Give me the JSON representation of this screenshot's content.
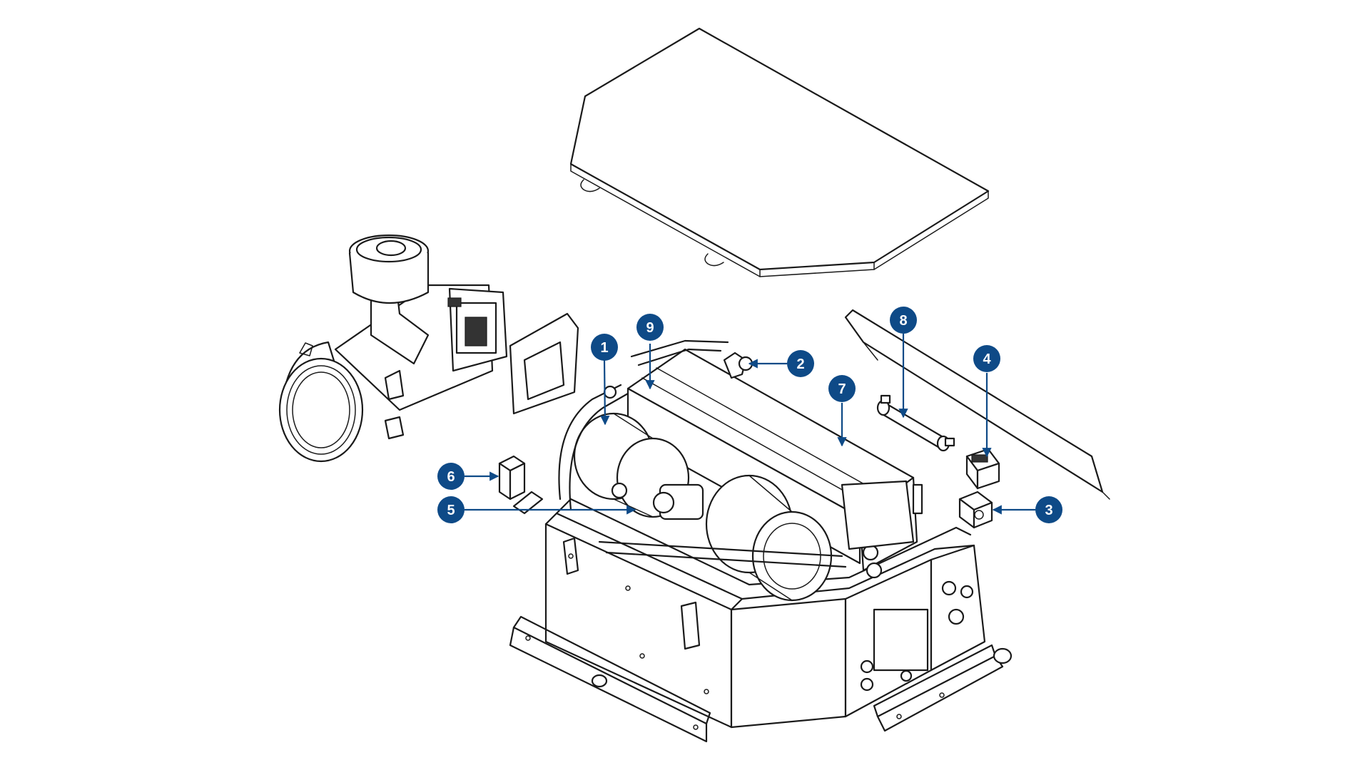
{
  "colors": {
    "callout": "#0e4a87",
    "line": "#1a1a1a",
    "background": "#ffffff"
  },
  "callouts": [
    {
      "id": "c1",
      "label": "1"
    },
    {
      "id": "c2",
      "label": "2"
    },
    {
      "id": "c3",
      "label": "3"
    },
    {
      "id": "c4",
      "label": "4"
    },
    {
      "id": "c5",
      "label": "5"
    },
    {
      "id": "c6",
      "label": "6"
    },
    {
      "id": "c7",
      "label": "7"
    },
    {
      "id": "c8",
      "label": "8"
    },
    {
      "id": "c9",
      "label": "9"
    }
  ]
}
